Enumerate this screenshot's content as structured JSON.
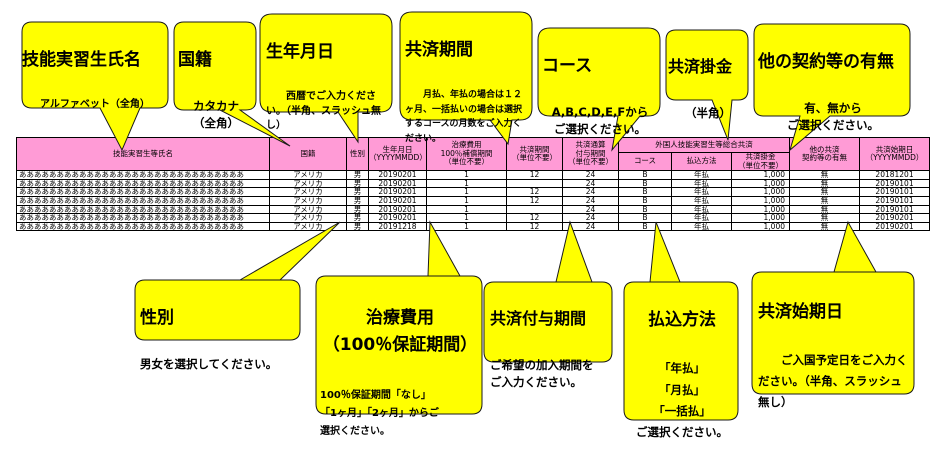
{
  "table": {
    "headers": {
      "name": "技能実習生等氏名",
      "nationality": "国籍",
      "sex": "性別",
      "birth": "生年月日\n（YYYYMMDD）",
      "medical": "治療費用\n100％補償期間\n（単位不要）",
      "period": "共済期間\n（単位不要）",
      "grant": "共済通算\n付与期間\n（単位不要）",
      "group": "外国人技能実習生等総合共済",
      "course": "コース",
      "payment": "払込方法",
      "premium": "共済掛金\n（単位不要）",
      "other": "他の共済\n契約等の有無",
      "start": "共済始期日\n（YYYYMMDD）"
    },
    "rows": [
      {
        "name": "ああああああああああああああああああああああああああああああ",
        "nationality": "アメリカ",
        "sex": "男",
        "birth": "20190201",
        "medical": "1",
        "period": "12",
        "grant": "24",
        "course": "B",
        "payment": "年払",
        "premium": "1,000",
        "other": "無",
        "start": "20181201"
      },
      {
        "name": "ああああああああああああああああああああああああああああああ",
        "nationality": "アメリカ",
        "sex": "男",
        "birth": "20190201",
        "medical": "1",
        "period": "",
        "grant": "24",
        "course": "B",
        "payment": "年払",
        "premium": "1,000",
        "other": "無",
        "start": "20190101"
      },
      {
        "name": "ああああああああああああああああああああああああああああああ",
        "nationality": "アメリカ",
        "sex": "男",
        "birth": "20190201",
        "medical": "1",
        "period": "12",
        "grant": "24",
        "course": "B",
        "payment": "年払",
        "premium": "1,000",
        "other": "無",
        "start": "20190101"
      },
      {
        "name": "ああああああああああああああああああああああああああああああ",
        "nationality": "アメリカ",
        "sex": "男",
        "birth": "20190201",
        "medical": "1",
        "period": "12",
        "grant": "24",
        "course": "B",
        "payment": "年払",
        "premium": "1,000",
        "other": "無",
        "start": "20190101"
      },
      {
        "name": "ああああああああああああああああああああああああああああああ",
        "nationality": "アメリカ",
        "sex": "男",
        "birth": "20190201",
        "medical": "1",
        "period": "",
        "grant": "24",
        "course": "B",
        "payment": "年払",
        "premium": "1,000",
        "other": "無",
        "start": "20190101"
      },
      {
        "name": "ああああああああああああああああああああああああああああああ",
        "nationality": "アメリカ",
        "sex": "男",
        "birth": "20190201",
        "medical": "1",
        "period": "12",
        "grant": "24",
        "course": "B",
        "payment": "年払",
        "premium": "1,000",
        "other": "無",
        "start": "20190201"
      },
      {
        "name": "ああああああああああああああああああああああああああああああ",
        "nationality": "アメリカ",
        "sex": "男",
        "birth": "20191218",
        "medical": "1",
        "period": "12",
        "grant": "24",
        "course": "B",
        "payment": "年払",
        "premium": "1,000",
        "other": "無",
        "start": "20190201"
      }
    ]
  },
  "callouts": {
    "name": {
      "title": "技能実習生氏名",
      "body": "アルファベット（全角）"
    },
    "nationality": {
      "title": "国籍",
      "body": "カタカナ\n（全角）"
    },
    "birth": {
      "title": "生年月日",
      "body": "西暦でご入力ください。（半角、スラッシュ無し）"
    },
    "period": {
      "title": "共済期間",
      "body": "月払、年払の場合は１２ヶ月、一括払いの場合は選択するコースの月数をご入力ください。"
    },
    "course": {
      "title": "コース",
      "body": "A,B,C,D,E,Fから\nご選択ください。"
    },
    "premium": {
      "title": "共済掛金",
      "body": "（半角）"
    },
    "other": {
      "title": "他の契約等の有無",
      "body": "有、無から\nご選択ください。"
    },
    "sex": {
      "title": "性別",
      "body": "男女を選択してください。"
    },
    "medical": {
      "title": "治療費用\n（100％保証期間）",
      "body": "100％保証期間「なし」\n「1ヶ月」「2ヶ月」からご\n選択ください。"
    },
    "grant": {
      "title": "共済付与期間",
      "body": "ご希望の加入期間を\nご入力ください。"
    },
    "payment": {
      "title": "払込方法",
      "body": "「年払」\n「月払」\n「一括払」\nご選択ください。"
    },
    "start": {
      "title": "共済始期日",
      "body": "ご入国予定日をご入力ください。（半角、スラッシュ無し）"
    }
  },
  "colors": {
    "callout_fill": "#ffff00",
    "header_fill": "#ff9bd6"
  }
}
